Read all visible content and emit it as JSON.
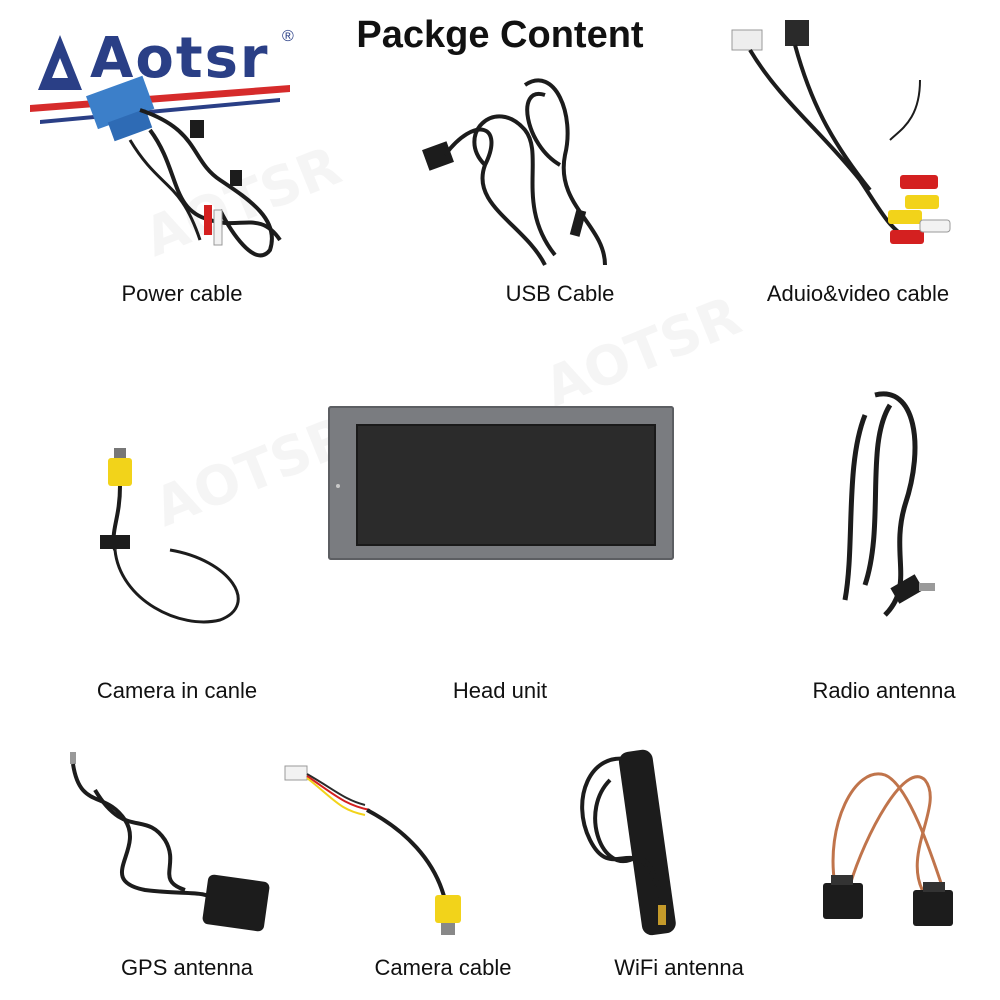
{
  "brand": {
    "name": "Aotsr",
    "registered": "®"
  },
  "title": "Packge Content",
  "items": [
    {
      "label": "Power cable"
    },
    {
      "label": "USB Cable"
    },
    {
      "label": "Aduio&video cable"
    },
    {
      "label": "Camera in canle"
    },
    {
      "label": "Head unit"
    },
    {
      "label": "Radio antenna"
    },
    {
      "label": "GPS antenna"
    },
    {
      "label": "Camera cable"
    },
    {
      "label": "WiFi antenna"
    }
  ],
  "colors": {
    "brand_blue": "#2a3f86",
    "brand_red": "#d62b2b",
    "cable": "#1c1c1c",
    "rca_red": "#d42020",
    "rca_yellow": "#f2d31a",
    "rca_white": "#f2f2f2",
    "screen": "#2b2b2b",
    "bezel": "#7a7c80",
    "fiber": "#c0744b"
  }
}
